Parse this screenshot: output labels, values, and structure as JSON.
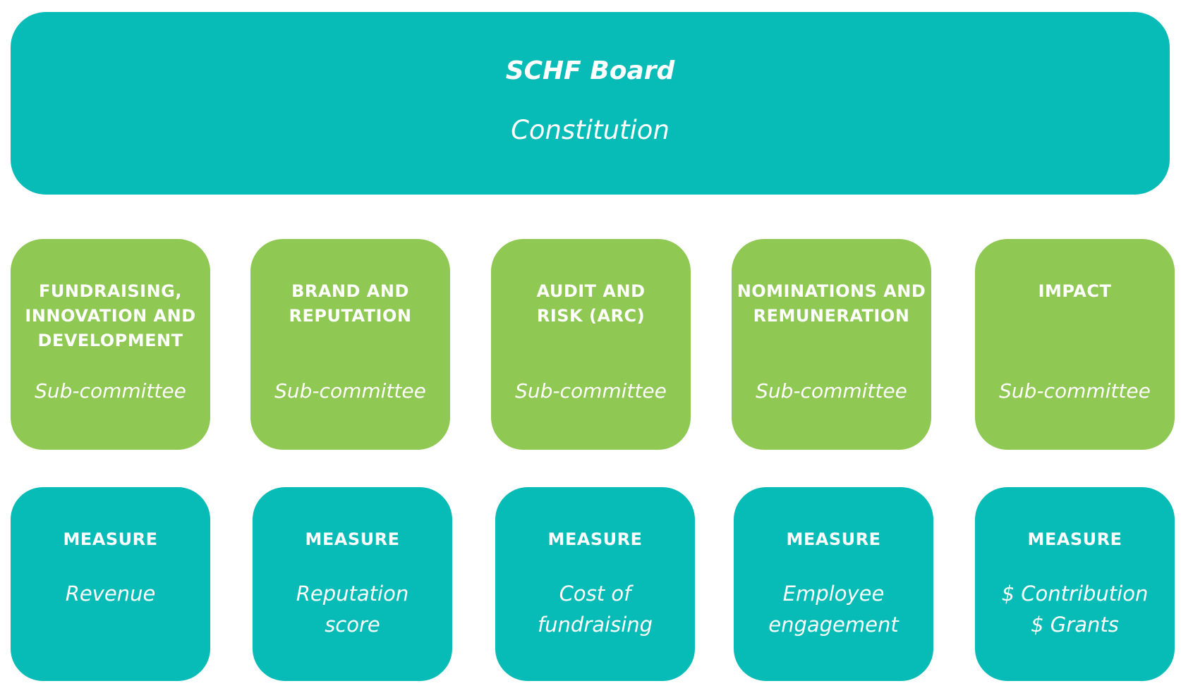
{
  "colors": {
    "teal": "#07bbb6",
    "green": "#8fc853",
    "text": "#ffffff"
  },
  "board": {
    "title": "SCHF Board",
    "subtitle": "Constitution"
  },
  "committees": [
    {
      "name_lines": [
        "FUNDRAISING,",
        "INNOVATION AND",
        "DEVELOPMENT"
      ],
      "role": "Sub-committee"
    },
    {
      "name_lines": [
        "BRAND AND",
        "REPUTATION"
      ],
      "role": "Sub-committee"
    },
    {
      "name_lines": [
        "AUDIT AND",
        "RISK (ARC)"
      ],
      "role": "Sub-committee"
    },
    {
      "name_lines": [
        "NOMINATIONS AND",
        "REMUNERATION"
      ],
      "role": "Sub-committee"
    },
    {
      "name_lines": [
        "IMPACT"
      ],
      "role": "Sub-committee"
    }
  ],
  "measures": [
    {
      "label": "MEASURE",
      "lines": [
        "Revenue"
      ]
    },
    {
      "label": "MEASURE",
      "lines": [
        "Reputation",
        "score"
      ]
    },
    {
      "label": "MEASURE",
      "lines": [
        "Cost of",
        "fundraising"
      ]
    },
    {
      "label": "MEASURE",
      "lines": [
        "Employee",
        "engagement"
      ]
    },
    {
      "label": "MEASURE",
      "lines": [
        "$ Contribution",
        "$ Grants"
      ]
    }
  ]
}
